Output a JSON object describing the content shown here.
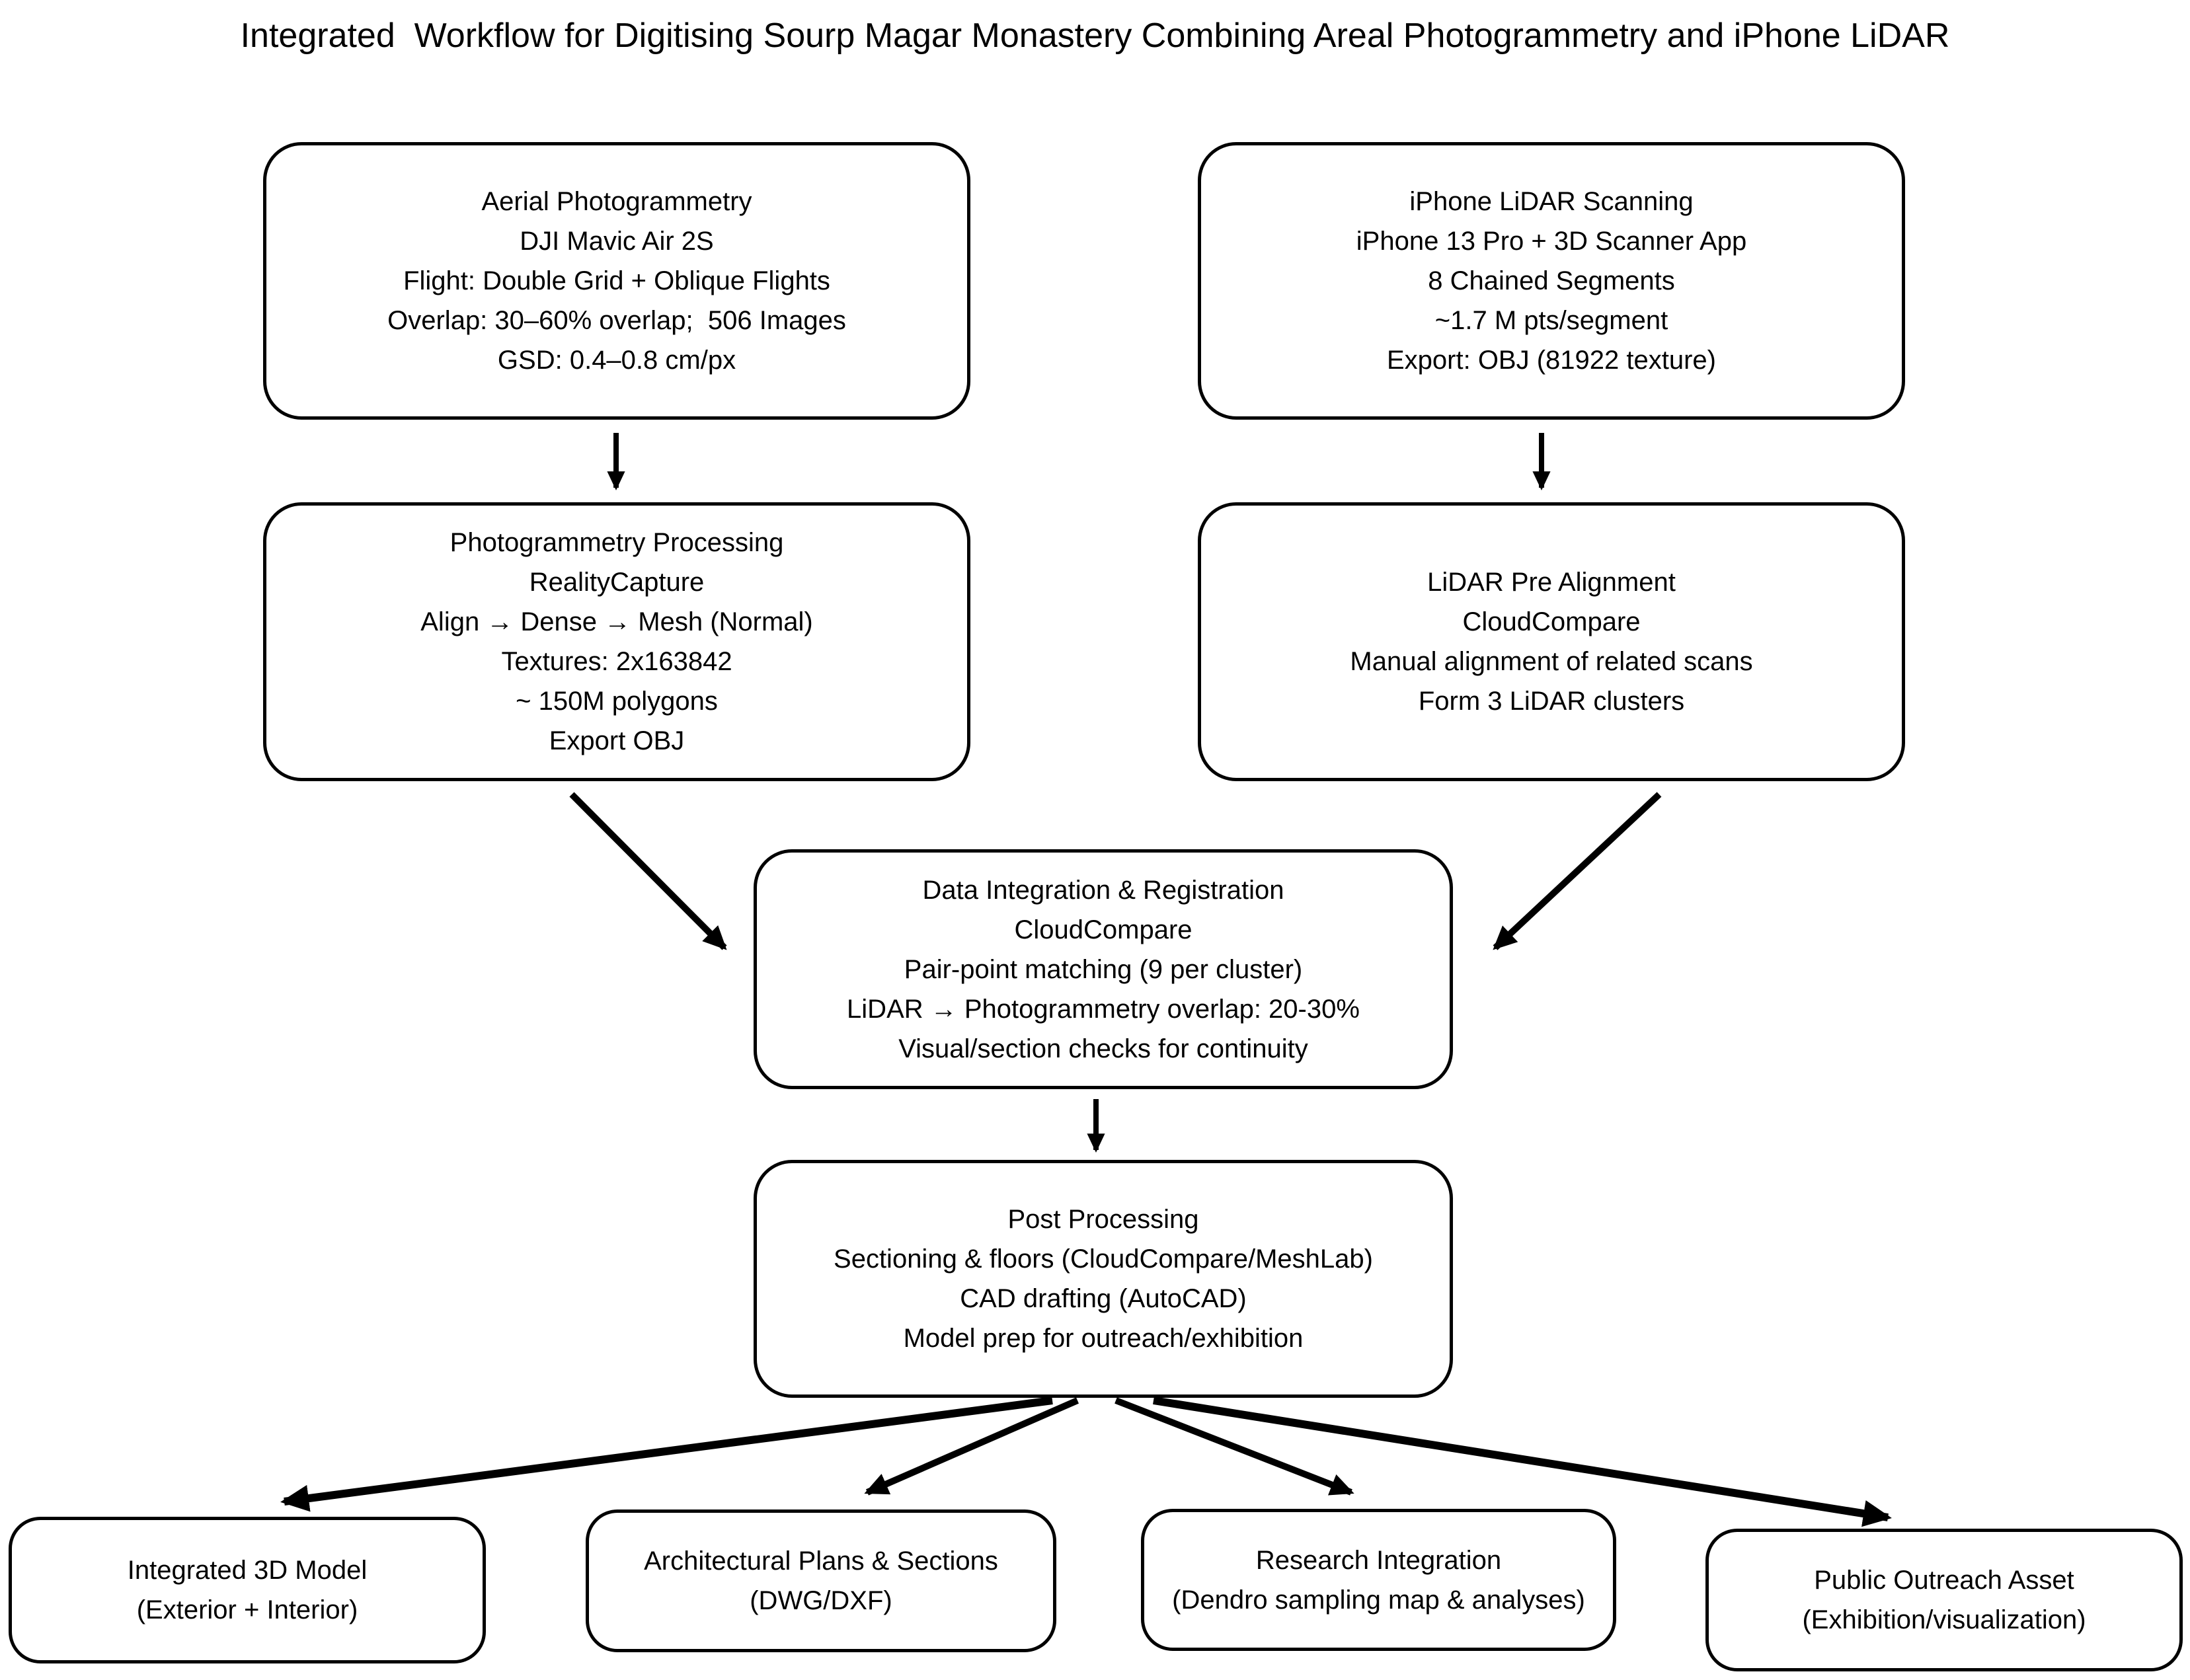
{
  "title": "Integrated  Workflow for Digitising Sourp Magar Monastery Combining Areal Photogrammetry and iPhone LiDAR",
  "colors": {
    "background": "#ffffff",
    "box_border": "#000000",
    "box_fill": "#ffffff",
    "text": "#000000",
    "arrow": "#000000"
  },
  "nodes": {
    "aerial_photogrammetry": {
      "lines": [
        "Aerial Photogrammetry",
        "DJI Mavic Air 2S",
        "Flight: Double Grid + Oblique Flights",
        "Overlap: 30–60% overlap;  506 Images",
        "GSD: 0.4–0.8 cm/px"
      ]
    },
    "iphone_lidar_scanning": {
      "lines": [
        "iPhone LiDAR Scanning",
        "iPhone 13 Pro + 3D Scanner App",
        "8 Chained Segments",
        "~1.7 M pts/segment",
        "Export: OBJ (81922 texture)"
      ]
    },
    "photogrammetry_processing": {
      "lines": [
        "Photogrammetry Processing",
        "RealityCapture",
        "Align → Dense → Mesh (Normal)",
        "Textures: 2x163842",
        "~ 150M polygons",
        "Export OBJ"
      ]
    },
    "lidar_pre_alignment": {
      "lines": [
        "LiDAR Pre Alignment",
        "CloudCompare",
        "Manual alignment of related scans",
        "Form 3 LiDAR clusters"
      ]
    },
    "data_integration_registration": {
      "lines": [
        "Data Integration & Registration",
        "CloudCompare",
        "Pair-point matching (9 per cluster)",
        "LiDAR → Photogrammetry overlap: 20-30%",
        "Visual/section checks for continuity"
      ]
    },
    "post_processing": {
      "lines": [
        "Post Processing",
        "Sectioning & floors (CloudCompare/MeshLab)",
        "CAD drafting (AutoCAD)",
        "Model prep for outreach/exhibition"
      ]
    },
    "integrated_3d_model": {
      "lines": [
        "Integrated 3D Model",
        "(Exterior + Interior)"
      ]
    },
    "architectural_plans_sections": {
      "lines": [
        "Architectural Plans & Sections",
        "(DWG/DXF)"
      ]
    },
    "research_integration": {
      "lines": [
        "Research Integration",
        "(Dendro sampling map & analyses)"
      ]
    },
    "public_outreach_asset": {
      "lines": [
        "Public Outreach Asset",
        "(Exhibition/visualization)"
      ]
    }
  },
  "edges": [
    {
      "from": "aerial_photogrammetry",
      "to": "photogrammetry_processing"
    },
    {
      "from": "iphone_lidar_scanning",
      "to": "lidar_pre_alignment"
    },
    {
      "from": "photogrammetry_processing",
      "to": "data_integration_registration"
    },
    {
      "from": "lidar_pre_alignment",
      "to": "data_integration_registration"
    },
    {
      "from": "data_integration_registration",
      "to": "post_processing"
    },
    {
      "from": "post_processing",
      "to": "integrated_3d_model"
    },
    {
      "from": "post_processing",
      "to": "architectural_plans_sections"
    },
    {
      "from": "post_processing",
      "to": "research_integration"
    },
    {
      "from": "post_processing",
      "to": "public_outreach_asset"
    }
  ]
}
